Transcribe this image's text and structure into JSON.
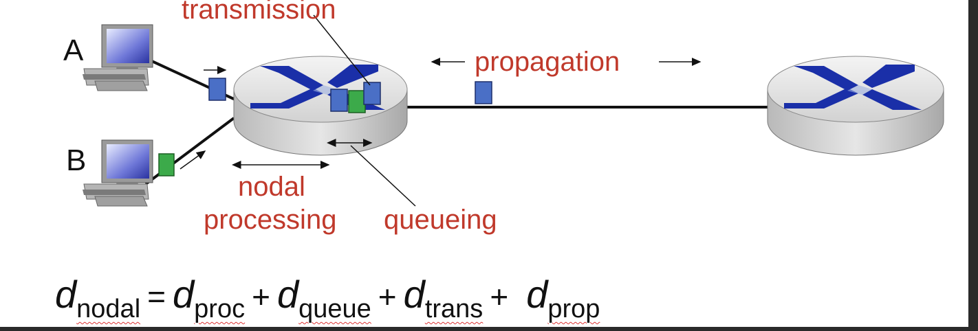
{
  "labels": {
    "transmission": "transmission",
    "propagation": "propagation",
    "nodal_processing_line1": "nodal",
    "nodal_processing_line2": "processing",
    "queueing": "queueing"
  },
  "hosts": [
    {
      "label": "A"
    },
    {
      "label": "B"
    }
  ],
  "formula": {
    "d": "d",
    "nodal": "nodal",
    "proc": "proc",
    "queue": "queue",
    "trans": "trans",
    "prop": "prop",
    "equals": "=",
    "plus": "+"
  },
  "colors": {
    "label_red": "#c0392b",
    "packet_blue": "#4a6fc6",
    "packet_green": "#3caa4a",
    "router_x": "#1a2fa8"
  }
}
